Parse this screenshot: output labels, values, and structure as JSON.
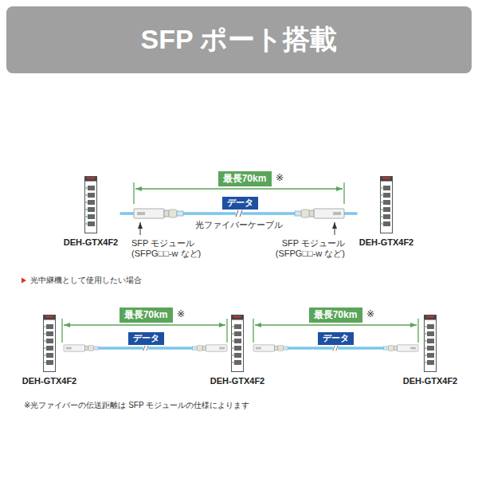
{
  "diagram": {
    "title": "SFP ポート搭載",
    "nodes": [
      {
        "text": [
          "最長70km"
        ]
      },
      {
        "text": [
          "DEH-GTX4F2"
        ]
      },
      {
        "text": [
          "データ"
        ]
      },
      {
        "text": [
          "DEH-GTX4F2"
        ]
      },
      {
        "text": [
          "最長70km"
        ]
      },
      {
        "text": [
          "最長70km"
        ]
      },
      {
        "text": [
          "DEH-GTX4F2"
        ]
      },
      {
        "text": [
          "データ"
        ]
      },
      {
        "text": [
          "DEH-GTX4F2"
        ]
      },
      {
        "text": [
          "データ"
        ]
      },
      {
        "text": [
          "DEH-GTX4F2"
        ]
      }
    ],
    "edges": [
      {
        "from": 1,
        "to": 3,
        "arrow": "none",
        "label": "光ファイバーケーブル"
      },
      {
        "from": 6,
        "to": 8,
        "arrow": "none"
      },
      {
        "from": 8,
        "to": 10,
        "arrow": "none"
      }
    ],
    "labels": [
      "※",
      "SFP モジュール",
      "(SFPG□□-w など)",
      "SFP モジュール",
      "(SFPG□□-w など)",
      "光中継機として使用したい場合",
      "※",
      "※",
      "※光ファイバーの伝送距離は SFP モジュールの仕様によります"
    ]
  }
}
